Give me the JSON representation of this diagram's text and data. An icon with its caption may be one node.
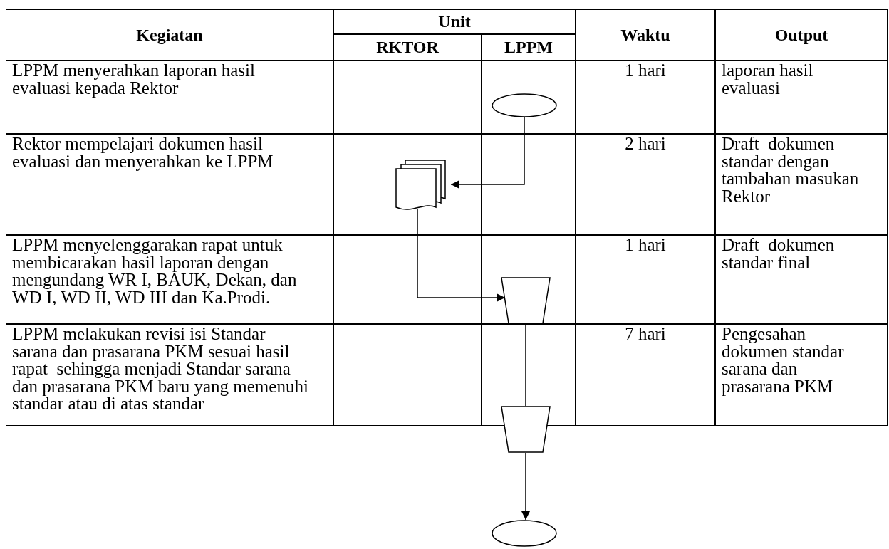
{
  "diagram": {
    "nodes": [
      {
        "text": [],
        "shape": "circle"
      },
      {
        "text": [],
        "shape": "document"
      },
      {
        "text": [],
        "shape": "trapezoid"
      },
      {
        "text": [],
        "shape": "trapezoid"
      },
      {
        "text": [],
        "shape": "circle"
      }
    ],
    "edges": [
      {
        "from": 0,
        "to": 1,
        "arrow": "to"
      },
      {
        "from": 1,
        "to": 2,
        "arrow": "to"
      },
      {
        "from": 2,
        "to": 3,
        "arrow": "none"
      },
      {
        "from": 3,
        "to": 4,
        "arrow": "to"
      }
    ],
    "labels": [
      "Kegiatan",
      "Unit",
      "Waktu",
      "Output",
      "RKTOR",
      "LPPM",
      "LPPM menyerahkan laporan hasil evaluasi kepada Rektor",
      "1 hari",
      "laporan hasil evaluasi",
      "Rektor mempelajari dokumen hasil evaluasi dan menyerahkan ke LPPM",
      "2 hari",
      "Draft  dokumen standar dengan tambahan masukan Rektor",
      "LPPM menyelenggarakan rapat untuk membicarakan hasil laporan dengan mengundang WR I, BAUK, Dekan, dan WD I, WD II, WD III dan Ka.Prodi.",
      "1 hari",
      "Draft  dokumen standar final",
      "LPPM melakukan revisi isi Standar sarana dan prasarana PKM sesuai hasil rapat  sehingga menjadi Standar sarana dan prasarana PKM baru yang memenuhi standar atau di atas standar",
      "7 hari",
      "Pengesahan dokumen standar sarana dan prasarana PKM"
    ]
  }
}
